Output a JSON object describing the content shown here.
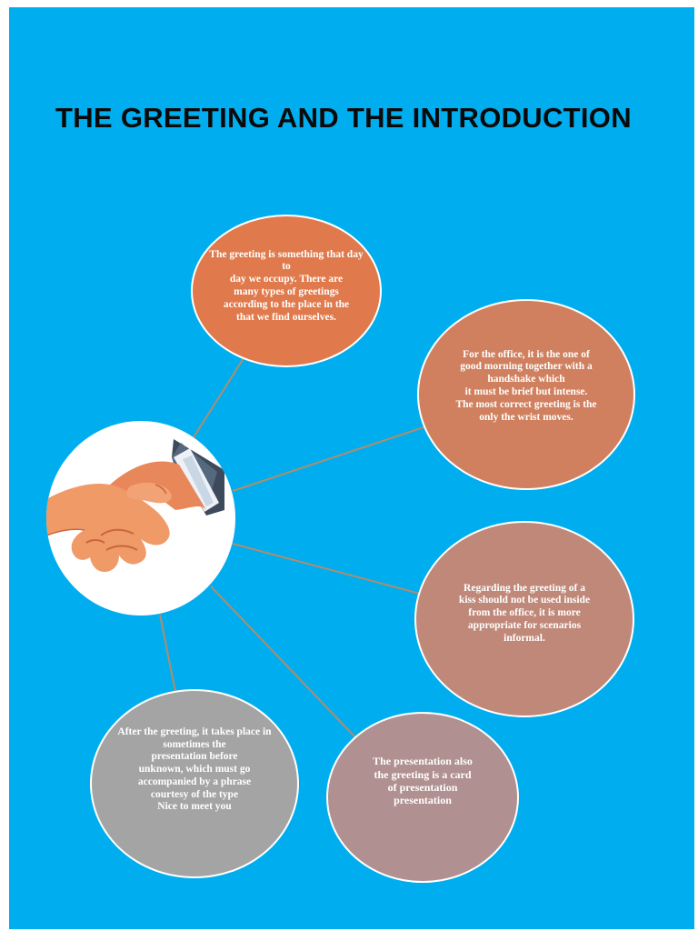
{
  "title": "THE GREETING AND THE INTRODUCTION",
  "colors": {
    "background": "#00aeef",
    "title": "#0a0a0a",
    "connector": "#b08c6c",
    "bubble_text": "#ffffff"
  },
  "hub": {
    "image": "handshake-icon"
  },
  "bubbles": [
    {
      "text": "The greeting is something that day to\nday we occupy. There are\nmany types of greetings\naccording to the place in the\nthat we find ourselves.",
      "color": "#e07a4c"
    },
    {
      "text": "For the office, it is the one of\ngood morning together with a\nhandshake which\nit must be brief but intense.\nThe most correct greeting is the\nonly the wrist moves.",
      "color": "#d0805f"
    },
    {
      "text": "Regarding the greeting of a\nkiss should not be used inside\nfrom the office, it is more\nappropriate for scenarios\ninformal.",
      "color": "#c08878"
    },
    {
      "text": "The presentation also\nthe greeting is a card\nof presentation\npresentation",
      "color": "#b09090"
    },
    {
      "text": "After the greeting, it takes place in\nsometimes the\npresentation before\nunknown, which must go\naccompanied by a phrase\ncourtesy of the type\nNice to meet you",
      "color": "#a4a4a4"
    }
  ]
}
